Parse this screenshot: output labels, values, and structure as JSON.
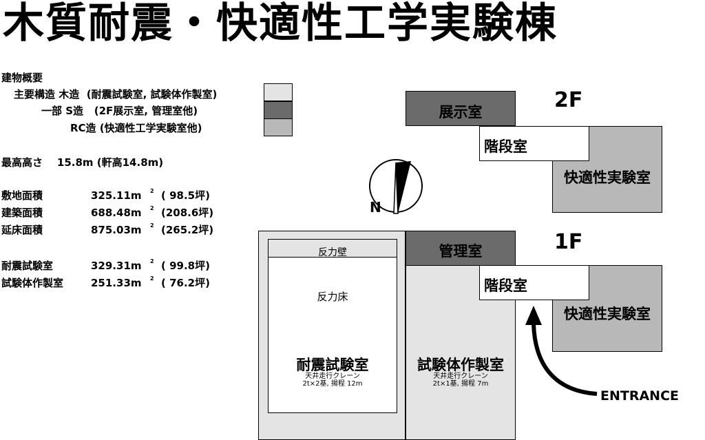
{
  "title": "木質耐震・快適性工学実験棟",
  "overview": {
    "heading": "建物概要",
    "structure_main_label": "主要構造",
    "structure_main": "木造",
    "structure_main_note": "(耐震試験室, 試験体作製室)",
    "structure_part_label": "一部",
    "structure_s": "S造",
    "structure_s_note": "(2F展示室, 管理室他)",
    "structure_rc": "RC造",
    "structure_rc_note": "(快適性工学実験室他)",
    "height_label": "最高高さ",
    "height_value": "15.8m (軒高14.8m)"
  },
  "areas": [
    {
      "label": "敷地面積",
      "value": "325.11m",
      "tsubo": "(  98.5坪)"
    },
    {
      "label": "建築面積",
      "value": "688.48m",
      "tsubo": "(208.6坪)"
    },
    {
      "label": "延床面積",
      "value": "875.03m",
      "tsubo": "(265.2坪)"
    }
  ],
  "rooms_area": [
    {
      "label": "耐震試験室",
      "value": "329.31m",
      "tsubo": "(  99.8坪)"
    },
    {
      "label": "試験体作製室",
      "value": "251.33m",
      "tsubo": "(  76.2坪)"
    }
  ],
  "area_sup": "2",
  "legend_colors": {
    "wood": "#e4e4e4",
    "steel": "#6b6b6b",
    "rc": "#b8b8b8"
  },
  "compass": {
    "north": "N"
  },
  "floor2": {
    "label": "2F",
    "exhibit": "展示室",
    "stairs": "階段室",
    "comfort": "快適性実験室"
  },
  "floor1": {
    "label": "1F",
    "admin": "管理室",
    "stairs": "階段室",
    "comfort": "快適性実験室",
    "reaction_wall": "反力壁",
    "reaction_floor": "反力床",
    "seismic_room": "耐震試験室",
    "seismic_crane": "天井走行クレーン",
    "seismic_crane_spec": "2t×2基, 揚程 12m",
    "fab_room": "試験体作製室",
    "fab_crane": "天井走行クレーン",
    "fab_crane_spec": "2t×1基, 揚程 7m",
    "entrance": "ENTRANCE"
  }
}
